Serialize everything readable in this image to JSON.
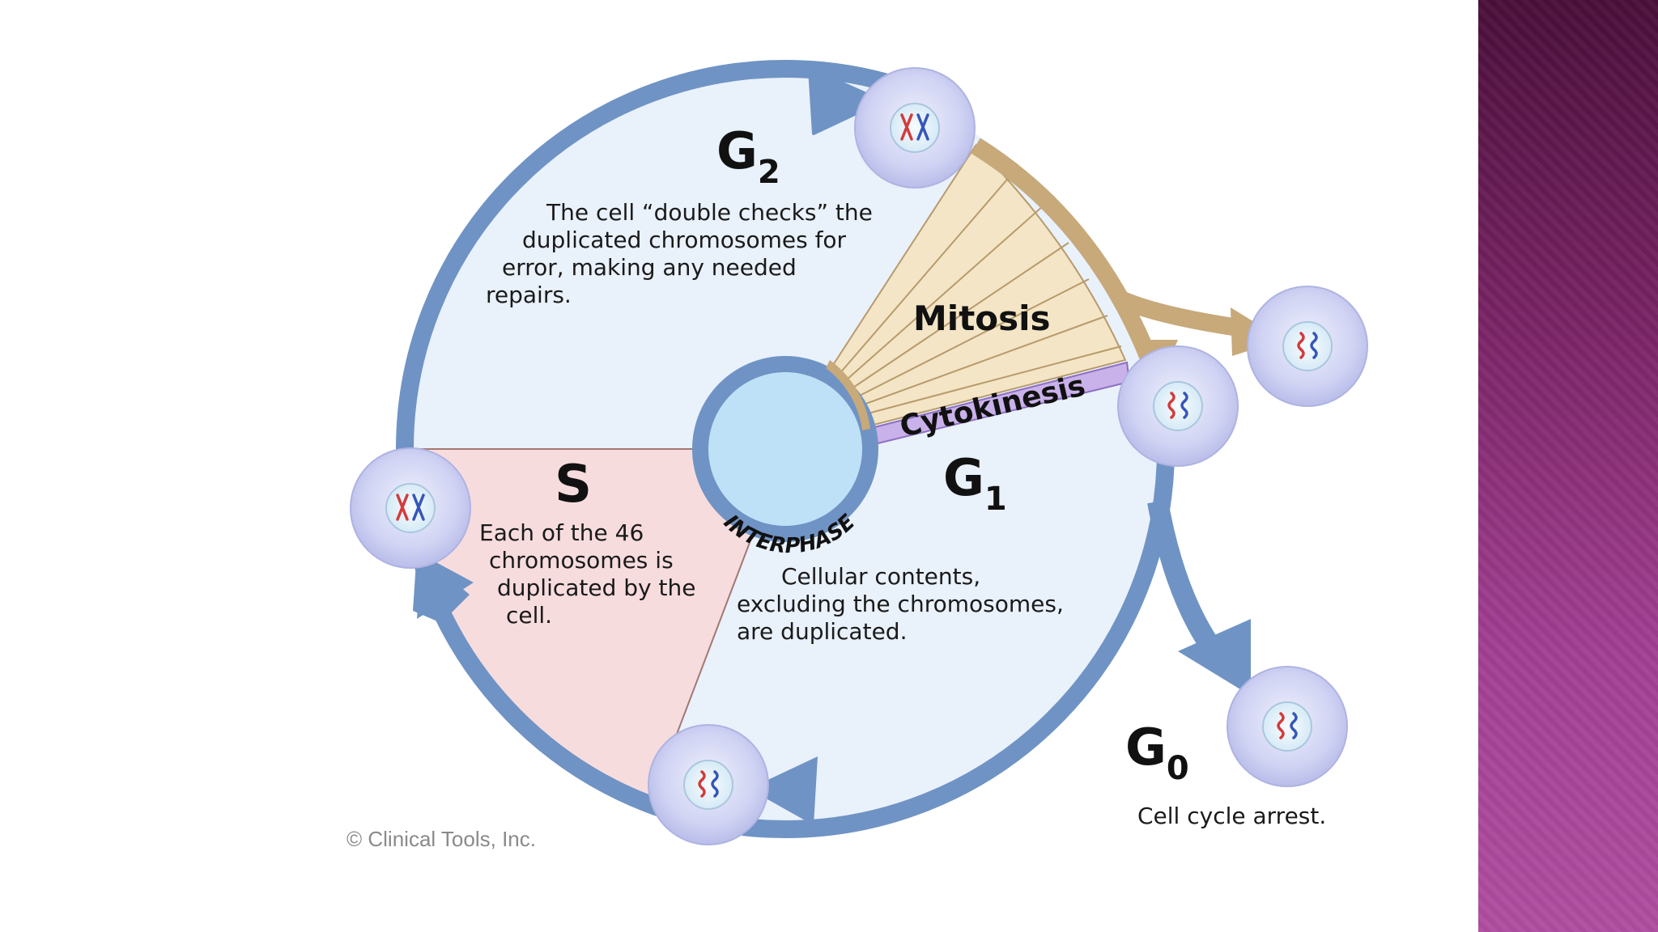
{
  "phases": {
    "g2": {
      "label": "G",
      "sub": "2",
      "desc": [
        "The cell “double checks” the",
        "duplicated chromosomes for",
        "error, making any needed",
        "repairs."
      ]
    },
    "s": {
      "label": "S",
      "desc": [
        "Each of the 46",
        "chromosomes is",
        "duplicated by the",
        "cell."
      ]
    },
    "g1": {
      "label": "G",
      "sub": "1",
      "desc": [
        "Cellular contents,",
        "excluding the chromosomes,",
        "are duplicated."
      ]
    },
    "g0": {
      "label": "G",
      "sub": "0",
      "desc": "Cell cycle arrest."
    },
    "mitosis": "Mitosis",
    "cytokinesis": "Cytokinesis",
    "interphase": "INTERPHASE"
  },
  "credit": "© Clinical Tools, Inc.",
  "colors": {
    "cycle_arrow": "#6f93c4",
    "s_sector": "#f7dcde",
    "mitosis": "#c7a97a",
    "cytokinesis": "#b79ad8",
    "cell_fill": "#c5c9ef",
    "side_bar": "#8a2f78"
  }
}
